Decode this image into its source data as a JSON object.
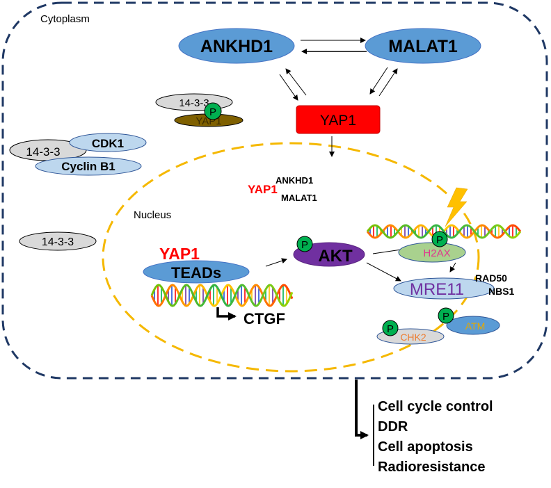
{
  "compartments": {
    "cytoplasm": "Cytoplasm",
    "nucleus": "Nucleus"
  },
  "colors": {
    "cell_membrane": "#1f3864",
    "nuclear_membrane": "#f5b800",
    "blue_node": "#5b9bd5",
    "light_blue_node": "#bdd7ee",
    "grey_node": "#d9d9d9",
    "yap1_box": "#ff0000",
    "yap1_phospho": "#7f6000",
    "phospho_circle": "#00b050",
    "akt": "#7030a0",
    "h2ax_node": "#a9d18e",
    "red_text": "#ff0000",
    "pink_text": "#e0368f",
    "purple_text": "#7030a0",
    "orange_text": "#ed7d31",
    "gold_text": "#e6a800",
    "lightning": "#ffc000"
  },
  "cytoplasm_nodes": {
    "ankhd1": "ANKHD1",
    "malat1": "MALAT1",
    "yap1": "YAP1",
    "complex_14_3_3_yap": {
      "partner": "14-3-3",
      "phospho": "P",
      "protein": "YAP1"
    },
    "complex_cdk": {
      "partner": "14-3-3",
      "cdk1": "CDK1",
      "cyclin": "Cyclin B1"
    },
    "free_14_3_3": "14-3-3"
  },
  "nucleus_nodes": {
    "yap1_complex": {
      "yap1": "YAP1",
      "ankhd1": "ANKHD1",
      "malat1": "MALAT1"
    },
    "teads_complex": {
      "yap1": "YAP1",
      "teads": "TEADs",
      "target": "CTGF"
    },
    "akt": {
      "phospho": "P",
      "label": "AKT"
    },
    "h2ax": {
      "phospho": "P",
      "label": "H2AX"
    },
    "mre11": {
      "label": "MRE11",
      "rad50": "RAD50",
      "nbs1": "NBS1"
    },
    "atm": {
      "phospho": "P",
      "label": "ATM"
    },
    "chk2": {
      "phospho": "P",
      "label": "CHK2"
    }
  },
  "outcomes": [
    "Cell cycle control",
    "DDR",
    "Cell apoptosis",
    "Radioresistance"
  ]
}
